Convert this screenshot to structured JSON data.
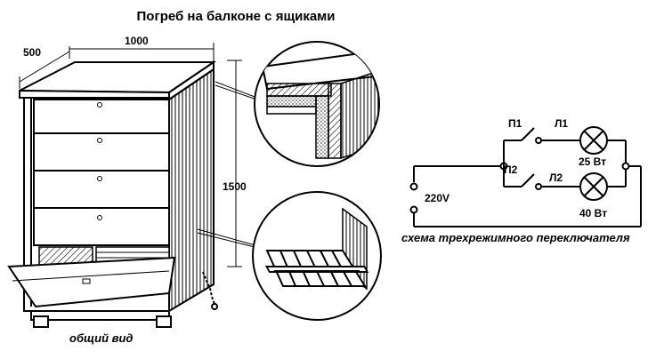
{
  "title": "Погреб на балконе с ящиками",
  "dimensions": {
    "depth": "500",
    "width": "1000",
    "height": "1500"
  },
  "captions": {
    "overview": "общий вид",
    "circuit": "схема трехрежимного переключателя"
  },
  "circuit": {
    "switch1": "П1",
    "switch2": "П2",
    "lamp1": "Л1",
    "lamp2": "Л2",
    "lamp1_power": "25 Вт",
    "lamp2_power": "40 Вт",
    "voltage": "220V"
  }
}
